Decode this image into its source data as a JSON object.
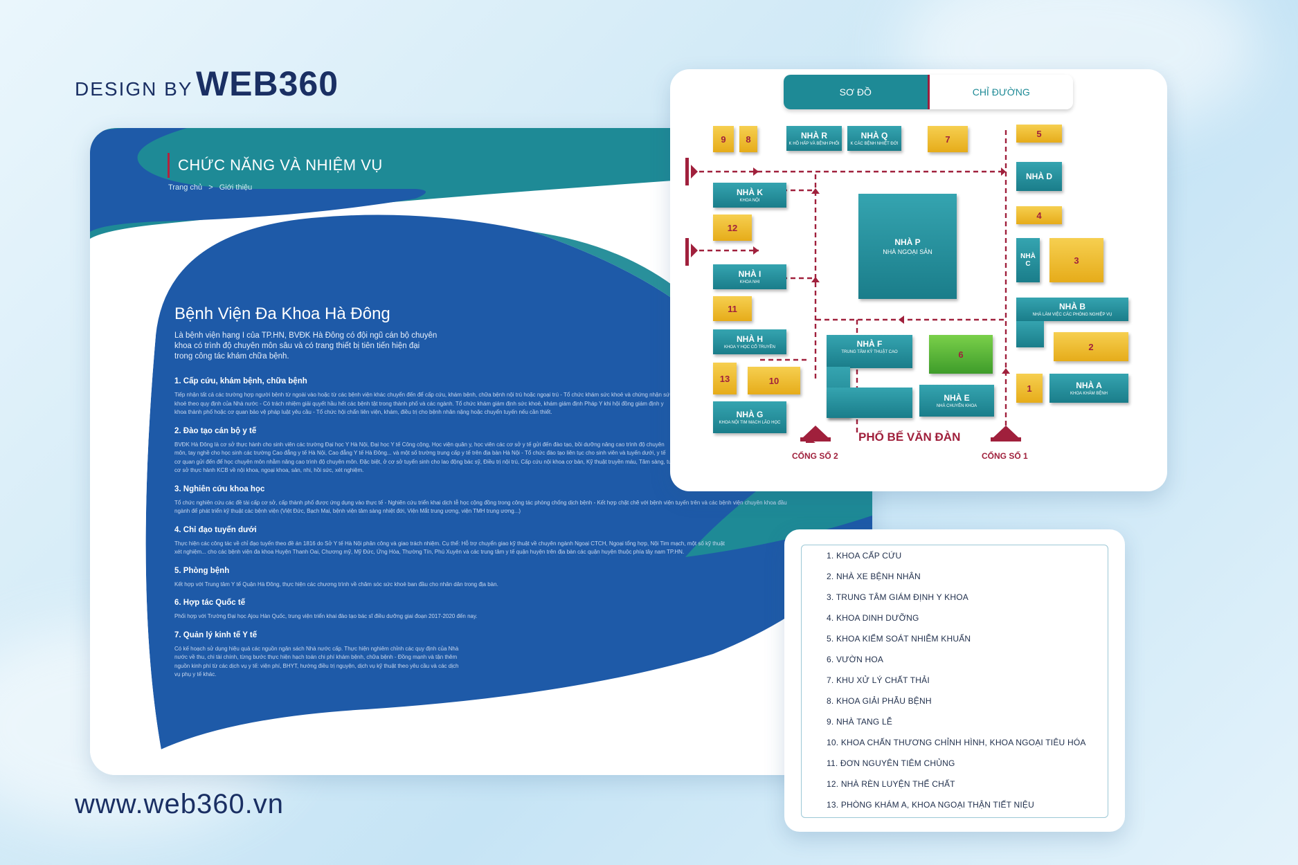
{
  "branding": {
    "design_by": "DESIGN BY",
    "brand": "WEB360",
    "website": "www.web360.vn"
  },
  "page": {
    "title": "CHỨC NĂNG VÀ NHIỆM VỤ",
    "breadcrumb": [
      "Trang chủ",
      ">",
      "Giới thiệu"
    ],
    "hospital_name": "Bệnh Viện Đa Khoa Hà Đông",
    "intro": "Là bệnh viện hạng I của TP.HN, BVĐK Hà Đông có đội ngũ cán bộ chuyên khoa có trình độ chuyên môn sâu và có trang thiết bị tiên tiến hiện đại trong công tác khám chữa bệnh.",
    "sections": [
      {
        "title": "1. Cấp cứu, khám bệnh, chữa bệnh",
        "body": "Tiếp nhận tất cả các trường hợp người bệnh từ ngoài vào hoặc từ các bệnh viện khác chuyển đến để cấp cứu, khám bệnh, chữa bệnh nội trú hoặc ngoại trú - Tổ chức khám sức khoẻ và chứng nhận sức khoẻ theo quy định của Nhà nước - Có trách nhiệm giải quyết hầu hết các bệnh tật trong thành phố và các ngành. Tổ chức khám giám định sức khoẻ, khám giám định Pháp Y khi hội đồng giám định y khoa thành phố hoặc cơ quan bảo vệ pháp luật yêu cầu - Tổ chức hội chẩn liên viện, khám, điều trị cho bệnh nhân nặng hoặc chuyển tuyến nếu cần thiết."
      },
      {
        "title": "2. Đào tạo cán bộ y tế",
        "body": "BVĐK Hà Đông là cơ sở thực hành cho sinh viên các trường Đại học Y Hà Nội, Đại học Y tế Công cộng, Học viện quân y, học viên các cơ sở y tế gửi đến đào tạo, bồi dưỡng nâng cao trình độ chuyên môn, tay nghề cho học sinh các trường Cao đẳng y tế Hà Nội, Cao đẳng Y tế Hà Đông... và một số trường trung cấp y tế trên địa bàn Hà Nội - Tổ chức đào tạo liên tục cho sinh viên và tuyến dưới, y tế cơ quan gửi đến để học chuyên môn nhằm nâng cao trình độ chuyên môn. Đặc biệt, ở cơ sở tuyển sinh cho lao động bác sỹ, Điều trị nội trú, Cấp cứu nội khoa cơ bản, Kỹ thuật truyền máu, Tâm sàng, tư cơ sở thực hành KCB về nội khoa, ngoại khoa, sản, nhi, hồi sức, xét nghiệm."
      },
      {
        "title": "3. Nghiên cứu khoa học",
        "body": "Tổ chức nghiên cứu các đề tài cấp cơ sở, cấp thành phố được ứng dụng vào thực tế - Nghiên cứu triển khai dịch tễ học cộng đồng trong công tác phòng chống dịch bệnh - Kết hợp chặt chẽ với bệnh viện tuyến trên và các bệnh viện chuyên khoa đầu ngành để phát triển kỹ thuật các bệnh viện (Việt Đức, Bạch Mai, bệnh viện tâm sàng nhiệt đới, Viện Mắt trung ương, viện TMH trung ương...)"
      },
      {
        "title": "4. Chỉ đạo tuyến dưới",
        "body": "Thực hiện các công tác về chỉ đạo tuyến theo đề án 1816 do Sở Y tế Hà Nội phân công và giao trách nhiệm. Cụ thể: Hỗ trợ chuyển giao kỹ thuật về chuyên ngành Ngoại CTCH, Ngoại tổng hợp, Nội Tim mạch, một số kỹ thuật xét nghiệm... cho các bệnh viện đa khoa Huyện Thanh Oai, Chương mỹ, Mỹ Đức, Ứng Hòa, Thường Tín, Phú Xuyên và các trung tâm y tế quận huyện trên địa bàn các quận huyện thuộc phía tây nam TP.HN."
      },
      {
        "title": "5. Phòng bệnh",
        "body": "Kết hợp với Trung tâm Y tế Quận Hà Đông, thực hiện các chương trình về chăm sóc sức khoẻ ban đầu cho nhân dân trong địa bàn."
      },
      {
        "title": "6. Hợp tác Quốc tế",
        "body": "Phối hợp với Trường Đại học Ajou Hàn Quốc, trung viện triển khai đào tạo bác sĩ điều dưỡng giai đoạn 2017-2020 đến nay."
      },
      {
        "title": "7. Quản lý kinh tế Y tế",
        "body": "Có kế hoạch sử dụng hiệu quả các nguồn ngân sách Nhà nước cấp. Thực hiện nghiêm chỉnh các quy định của Nhà nước về thu, chi tài chính, từng bước thực hiện hạch toán chi phí khám bệnh, chữa bệnh - Đồng mạnh và tận thêm nguồn kinh phí từ các dịch vụ y tế: viện phí, BHYT, hướng điều trị nguyện, dịch vụ kỹ thuật theo yêu cầu và các dịch vụ phụ y tế khác."
      }
    ]
  },
  "map": {
    "tabs": [
      {
        "label": "SƠ ĐỒ",
        "active": true
      },
      {
        "label": "CHỈ ĐƯỜNG",
        "active": false
      }
    ],
    "buildings": [
      {
        "id": "9",
        "name": "9",
        "sub": "",
        "color": "yellow"
      },
      {
        "id": "8",
        "name": "8",
        "sub": "",
        "color": "yellow"
      },
      {
        "id": "R",
        "name": "NHÀ R",
        "sub": "K HỒ HẤP VÀ BỆNH PHỔI",
        "color": "teal"
      },
      {
        "id": "Q",
        "name": "NHÀ Q",
        "sub": "K CÁC BỆNH NHIỆT ĐỚI",
        "color": "teal"
      },
      {
        "id": "7",
        "name": "7",
        "sub": "",
        "color": "yellow"
      },
      {
        "id": "5",
        "name": "5",
        "sub": "",
        "color": "yellow"
      },
      {
        "id": "K",
        "name": "NHÀ K",
        "sub": "KHOA NỘI",
        "color": "teal"
      },
      {
        "id": "D",
        "name": "NHÀ D",
        "sub": "",
        "color": "teal"
      },
      {
        "id": "12",
        "name": "12",
        "sub": "",
        "color": "yellow"
      },
      {
        "id": "P",
        "name": "NHÀ P",
        "sub": "NHÀ NGOẠI SẢN",
        "color": "teal"
      },
      {
        "id": "4",
        "name": "4",
        "sub": "",
        "color": "yellow"
      },
      {
        "id": "C",
        "name": "NHÀ C",
        "sub": "",
        "color": "teal"
      },
      {
        "id": "3",
        "name": "3",
        "sub": "",
        "color": "yellow"
      },
      {
        "id": "I",
        "name": "NHÀ I",
        "sub": "KHOA NHI",
        "color": "teal"
      },
      {
        "id": "11",
        "name": "11",
        "sub": "",
        "color": "yellow"
      },
      {
        "id": "B",
        "name": "NHÀ B",
        "sub": "NHÀ LÀM VIỆC CÁC PHÒNG NGHIỆP VỤ",
        "color": "teal"
      },
      {
        "id": "H",
        "name": "NHÀ H",
        "sub": "KHOA Y HỌC CỔ TRUYỀN",
        "color": "teal"
      },
      {
        "id": "F",
        "name": "NHÀ F",
        "sub": "TRUNG TÂM KỸ THUẬT CAO",
        "color": "teal"
      },
      {
        "id": "6",
        "name": "6",
        "sub": "",
        "color": "green"
      },
      {
        "id": "2",
        "name": "2",
        "sub": "",
        "color": "yellow"
      },
      {
        "id": "13",
        "name": "13",
        "sub": "",
        "color": "yellow"
      },
      {
        "id": "10",
        "name": "10",
        "sub": "",
        "color": "yellow"
      },
      {
        "id": "E",
        "name": "NHÀ E",
        "sub": "NHÀ CHUYÊN KHOA",
        "color": "teal"
      },
      {
        "id": "1",
        "name": "1",
        "sub": "",
        "color": "yellow"
      },
      {
        "id": "A",
        "name": "NHÀ A",
        "sub": "KHOA KHÁM BỆNH",
        "color": "teal"
      },
      {
        "id": "G",
        "name": "NHÀ G",
        "sub": "KHOA NỘI TIM MẠCH LÃO HỌC",
        "color": "teal"
      }
    ],
    "street": "PHỐ BẾ VĂN ĐÀN",
    "gate2": "CỔNG SỐ 2",
    "gate1": "CỔNG SỐ 1",
    "colors": {
      "teal": "#1e8a96",
      "yellow": "#f0bd32",
      "green": "#5cb838",
      "route": "#a0203c"
    }
  },
  "legend": [
    "1. KHOA CẤP CỨU",
    "2. NHÀ XE BỆNH NHÂN",
    "3. TRUNG TÂM GIÁM ĐỊNH Y KHOA",
    "4. KHOA DINH DƯỠNG",
    "5. KHOA KIỂM SOÁT NHIỄM KHUẨN",
    "6. VƯỜN HOA",
    "7. KHU XỬ LÝ CHẤT THẢI",
    "8. KHOA GIẢI PHẪU BỆNH",
    "9. NHÀ TANG LỄ",
    "10. KHOA CHẤN THƯƠNG CHỈNH HÌNH, KHOA NGOẠI TIÊU HÓA",
    "11. ĐƠN NGUYÊN TIÊM CHỦNG",
    "12. NHÀ RÈN LUYỆN THỂ CHẤT",
    "13. PHÒNG KHÁM A, KHOA NGOẠI THẬN TIẾT NIỆU"
  ]
}
